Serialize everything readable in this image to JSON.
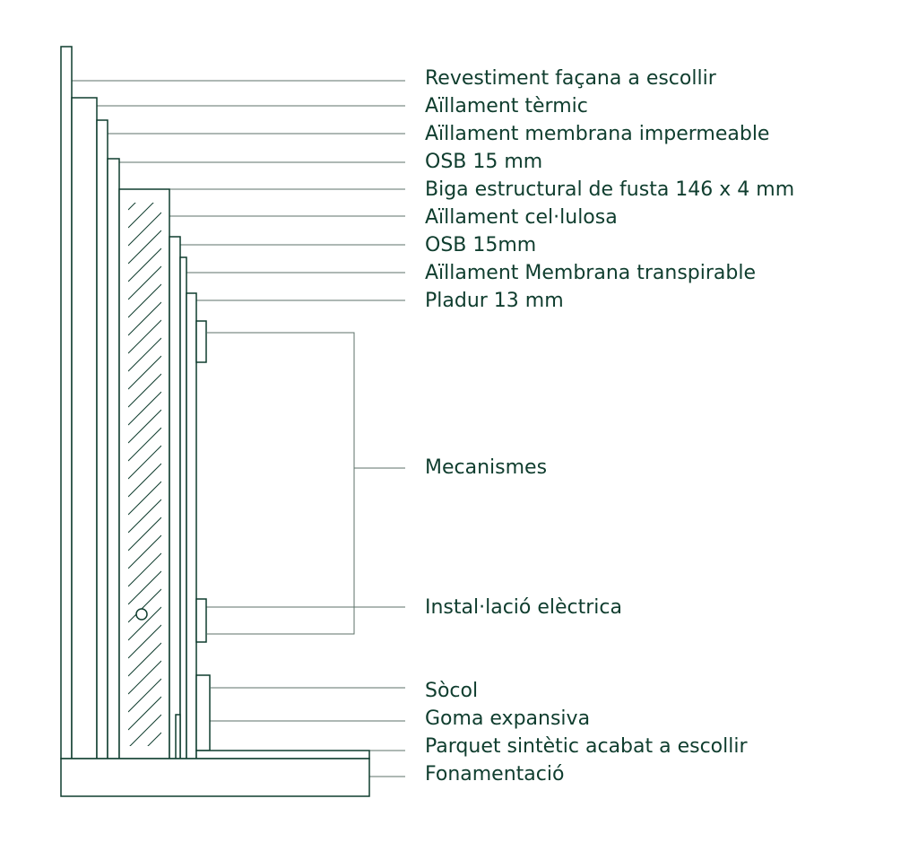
{
  "colors": {
    "ink": "#0f3d2e",
    "leader": "#5c7268",
    "background": "#ffffff"
  },
  "labels": {
    "revestiment": "Revestiment façana a escollir",
    "aillament_termic": "Aïllament tèrmic",
    "membrana_impermeable": "Aïllament membrana impermeable",
    "osb_ext": "OSB 15 mm",
    "biga": "Biga estructural de fusta 146 x 4 mm",
    "cellulosa": "Aïllament cel·lulosa",
    "osb_int": "OSB 15mm",
    "membrana_transpirable": "Aïllament Membrana transpirable",
    "pladur": "Pladur 13 mm",
    "mecanismes": "Mecanismes",
    "installacio": "Instal·lació elèctrica",
    "socol": "Sòcol",
    "goma": "Goma expansiva",
    "parquet": "Parquet sintètic acabat a escollir",
    "fonamentacio": "Fonamentació"
  }
}
